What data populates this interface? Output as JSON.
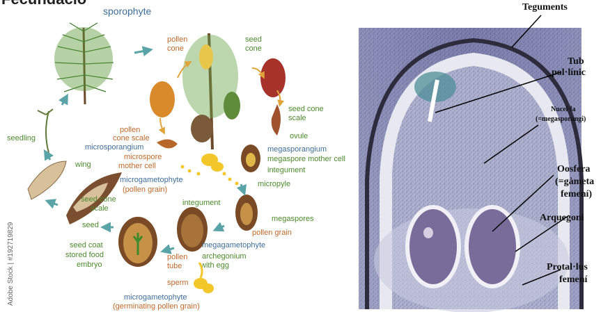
{
  "page_title_partial": "Fecundació",
  "stock_credit": "Adobe Stock | #192719829",
  "colors": {
    "label_blue": "#3f6e9a",
    "label_green": "#4c8a2c",
    "label_orange": "#c0692a",
    "arrow_teal": "#5aa3a6"
  },
  "life_cycle": {
    "sporophyte": "sporophyte",
    "pollen_cone": [
      "pollen",
      "cone"
    ],
    "seed_cone": [
      "seed",
      "cone"
    ],
    "seed_cone_scale_top": [
      "seed cone",
      "scale"
    ],
    "ovule": "ovule",
    "pollen_cone_scale": [
      "pollen",
      "cone scale"
    ],
    "microsporangium": "microsporangium",
    "microspore_mother_cell": [
      "microspore",
      "mother cell"
    ],
    "megasporangium": "megasporangium",
    "megaspore_mother_cell": "megaspore mother cell",
    "integument_top": "integument",
    "micropyle": "micropyle",
    "microgametophyte": "microgametophyte",
    "pollen_grain_paren": "(pollen grain)",
    "seedling": "seedling",
    "wing": "wing",
    "seed_cone_scale_left": [
      "seed cone",
      "scale"
    ],
    "seed": "seed",
    "seed_coat": "seed coat",
    "stored_food": "stored food",
    "embryo": "embryo",
    "integument_mid": "integument",
    "megaspores": "megaspores",
    "pollen_grain": "pollen grain",
    "megagametophyte": "megagametophyte",
    "archegonium": [
      "archegonium",
      "with egg"
    ],
    "pollen_tube": [
      "pollen",
      "tube"
    ],
    "sperm": "sperm",
    "microgametophyte_bottom": "microgametophyte",
    "germinating_paren": "(germinating pollen grain)"
  },
  "micrograph": {
    "teguments": "Teguments",
    "tub": [
      "Tub",
      "pol·línic"
    ],
    "nucella": [
      "Nucel·la",
      "(=megasporangi)"
    ],
    "oosfera": [
      "Oosfera",
      "(=gàmeta",
      "femení)"
    ],
    "arquegoni": "Arquegoni",
    "protallus": [
      "Protal·lus",
      "femení"
    ]
  }
}
